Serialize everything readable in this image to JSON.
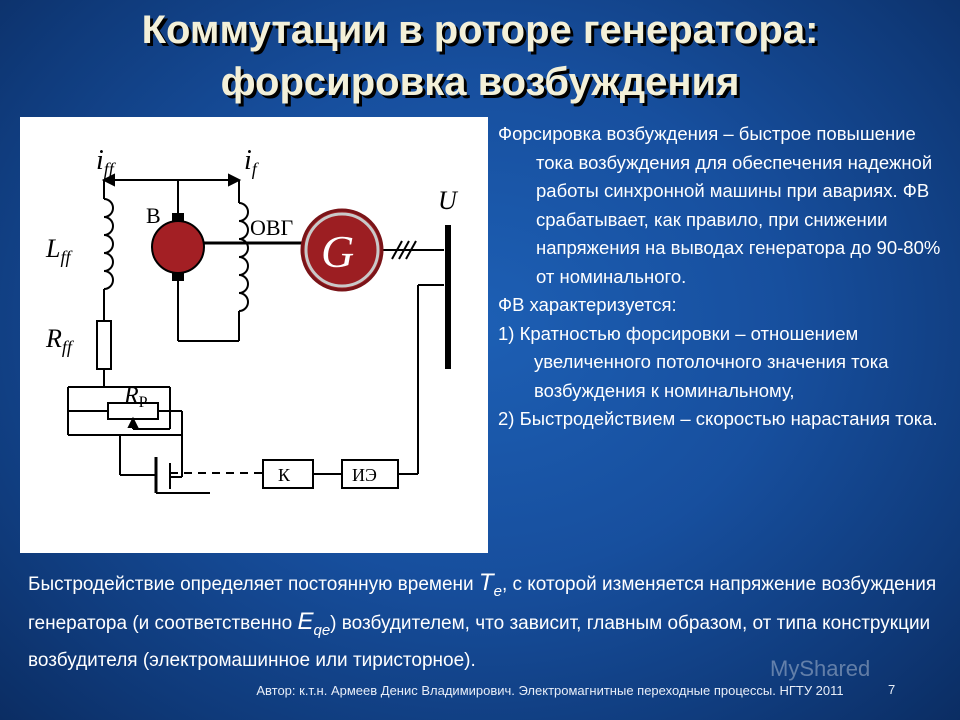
{
  "slide": {
    "title_line1": "Коммутации в роторе генератора:",
    "title_line2": "форсировка возбуждения",
    "side": {
      "p1": "Форсировка возбуждения – быстрое повышение тока возбуждения для обеспечения надежной работы синхронной машины при авариях. ФВ срабатывает, как правило, при снижении напряжения на выводах генератора до 90-80% от номинального.",
      "p2": "ФВ характеризуется:",
      "item1": "1)  Кратностью форсировки – отношением увеличенного потолочного значения тока возбуждения к номинальному,",
      "item2": "2) Быстродействием – скоростью нарастания тока."
    },
    "bottom": {
      "t1": "Быстродействие определяет постоянную времени ",
      "sym1": "T",
      "sub1": "e",
      "t2": ", с которой изменяется напряжение возбуждения генератора (и соответственно ",
      "sym2": "E",
      "sub2": "qe",
      "t3": ") возбудителем, что зависит, главным образом, от типа конструкции возбудителя (электромашинное или тиристорное)."
    },
    "footer": "Автор: к.т.н. Армеев Денис Владимирович. Электромагнитные переходные процессы. НГТУ 2011",
    "page_number": "7",
    "watermark": "MyShared"
  },
  "diagram": {
    "label_iff_main": "i",
    "label_iff_sub": "ff",
    "label_if_main": "i",
    "label_if_sub": "f",
    "label_B": "B",
    "label_OVG": "ОВГ",
    "label_G": "G",
    "label_U": "U",
    "label_Lff_main": "L",
    "label_Lff_sub": "ff",
    "label_Rff_main": "R",
    "label_Rff_sub": "ff",
    "label_Rp_main": "R",
    "label_Rp_sub": "P",
    "label_K": "К",
    "label_IE": "ИЭ"
  }
}
